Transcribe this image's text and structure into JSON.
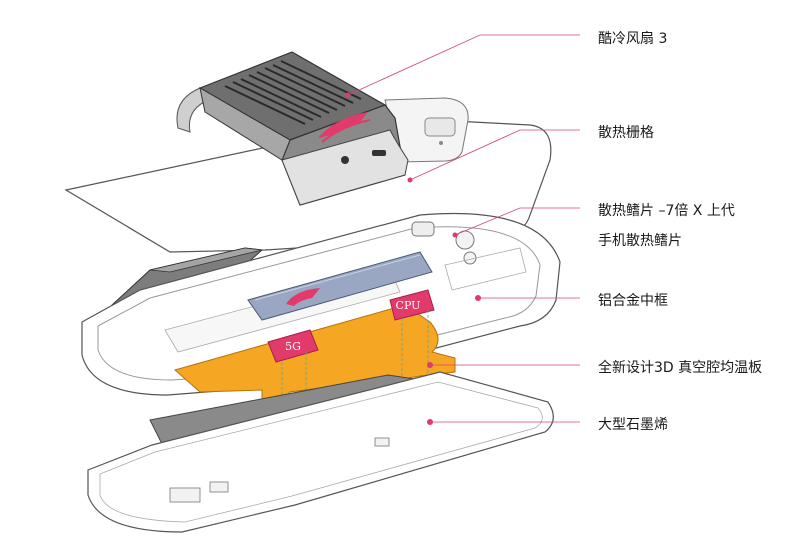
{
  "labels": {
    "fan": "酷冷风扇 3",
    "grille": "散热栅格",
    "fins_line1": "散热鳍片 –7倍 X 上代",
    "fins_line2": "手机散热鳍片",
    "frame": "铝合金中框",
    "vapor": "全新设计3D 真空腔均温板",
    "graphite": "大型石墨烯"
  },
  "chip_labels": {
    "cpu": "CPU",
    "fiveg": "5G"
  },
  "colors": {
    "leader_line": "#d6457a",
    "vapor_chamber": "#f5a623",
    "chip_pad": "#e23a6b",
    "graphite": "#8a8a8a",
    "heat_pipe": "#9aa7c2",
    "fan_body": "#7a7a7a"
  }
}
